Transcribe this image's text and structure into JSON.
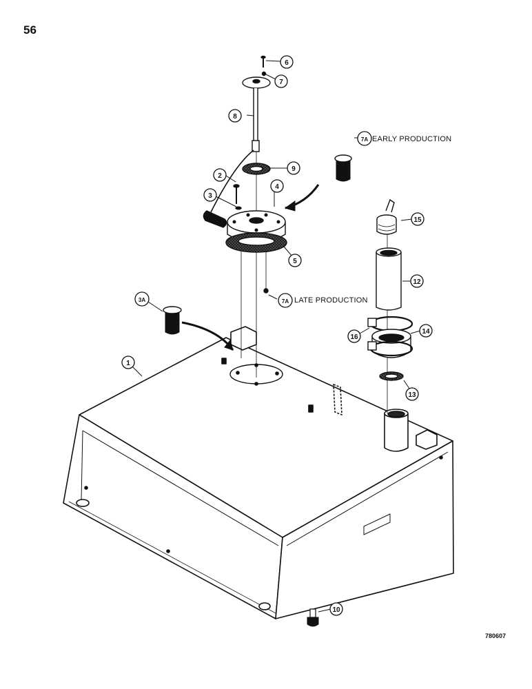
{
  "page": {
    "number": "56",
    "drawing_id": "780607"
  },
  "notes": {
    "early_production": "EARLY PRODUCTION",
    "late_production": "LATE PRODUCTION"
  },
  "callouts": [
    "1",
    "2",
    "3",
    "3A",
    "4",
    "5",
    "6",
    "7",
    "7A",
    "8",
    "9",
    "10",
    "12",
    "13",
    "14",
    "15",
    "16"
  ]
}
